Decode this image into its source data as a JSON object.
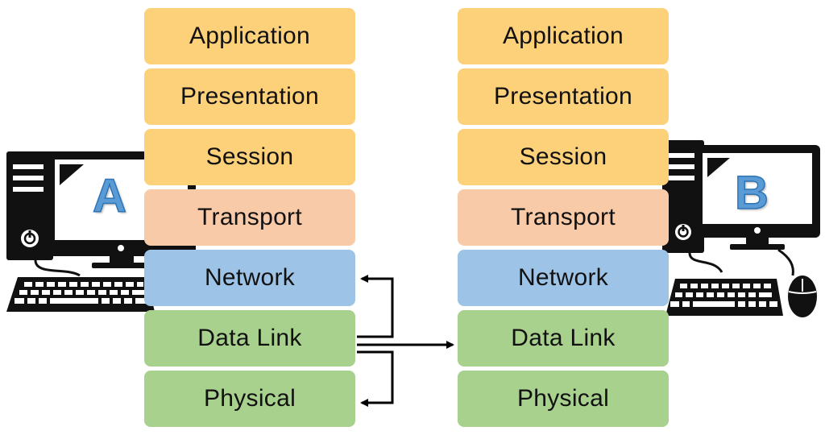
{
  "hosts": [
    {
      "letter": "A",
      "layers": [
        {
          "name": "Application",
          "color": "#fdd07a"
        },
        {
          "name": "Presentation",
          "color": "#fdd07a"
        },
        {
          "name": "Session",
          "color": "#fdd07a"
        },
        {
          "name": "Transport",
          "color": "#f8caa8"
        },
        {
          "name": "Network",
          "color": "#9dc3e6"
        },
        {
          "name": "Data Link",
          "color": "#a9d18e"
        },
        {
          "name": "Physical",
          "color": "#a9d18e"
        }
      ]
    },
    {
      "letter": "B",
      "layers": [
        {
          "name": "Application",
          "color": "#fdd07a"
        },
        {
          "name": "Presentation",
          "color": "#fdd07a"
        },
        {
          "name": "Session",
          "color": "#fdd07a"
        },
        {
          "name": "Transport",
          "color": "#f8caa8"
        },
        {
          "name": "Network",
          "color": "#9dc3e6"
        },
        {
          "name": "Data Link",
          "color": "#a9d18e"
        },
        {
          "name": "Physical",
          "color": "#a9d18e"
        }
      ]
    }
  ],
  "icons": {
    "computer": "desktop-computer-icon"
  },
  "colors": {
    "letter": "#5b9bd5",
    "arrow": "#000000"
  }
}
